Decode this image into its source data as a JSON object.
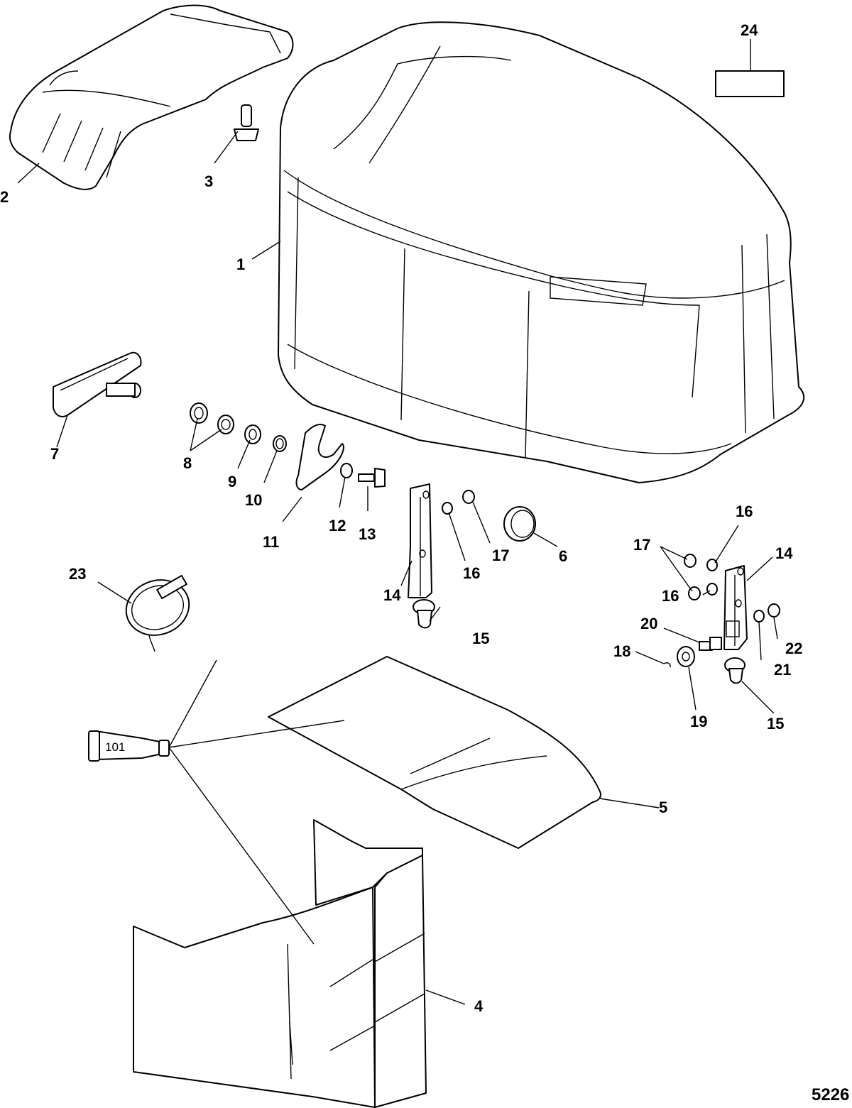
{
  "callouts": [
    {
      "id": "c1",
      "label": "1"
    },
    {
      "id": "c2",
      "label": "2"
    },
    {
      "id": "c3",
      "label": "3"
    },
    {
      "id": "c4",
      "label": "4"
    },
    {
      "id": "c5",
      "label": "5"
    },
    {
      "id": "c6",
      "label": "6"
    },
    {
      "id": "c7",
      "label": "7"
    },
    {
      "id": "c8",
      "label": "8"
    },
    {
      "id": "c9",
      "label": "9"
    },
    {
      "id": "c10",
      "label": "10"
    },
    {
      "id": "c11",
      "label": "11"
    },
    {
      "id": "c12",
      "label": "12"
    },
    {
      "id": "c13",
      "label": "13"
    },
    {
      "id": "c14a",
      "label": "14"
    },
    {
      "id": "c14b",
      "label": "14"
    },
    {
      "id": "c15a",
      "label": "15"
    },
    {
      "id": "c15b",
      "label": "15"
    },
    {
      "id": "c16a",
      "label": "16"
    },
    {
      "id": "c16b",
      "label": "16"
    },
    {
      "id": "c16c",
      "label": "16"
    },
    {
      "id": "c17a",
      "label": "17"
    },
    {
      "id": "c17b",
      "label": "17"
    },
    {
      "id": "c18",
      "label": "18"
    },
    {
      "id": "c19",
      "label": "19"
    },
    {
      "id": "c20",
      "label": "20"
    },
    {
      "id": "c21",
      "label": "21"
    },
    {
      "id": "c22",
      "label": "22"
    },
    {
      "id": "c23",
      "label": "23"
    },
    {
      "id": "c24",
      "label": "24"
    }
  ],
  "tube_label": "101",
  "figure_number": "5226"
}
